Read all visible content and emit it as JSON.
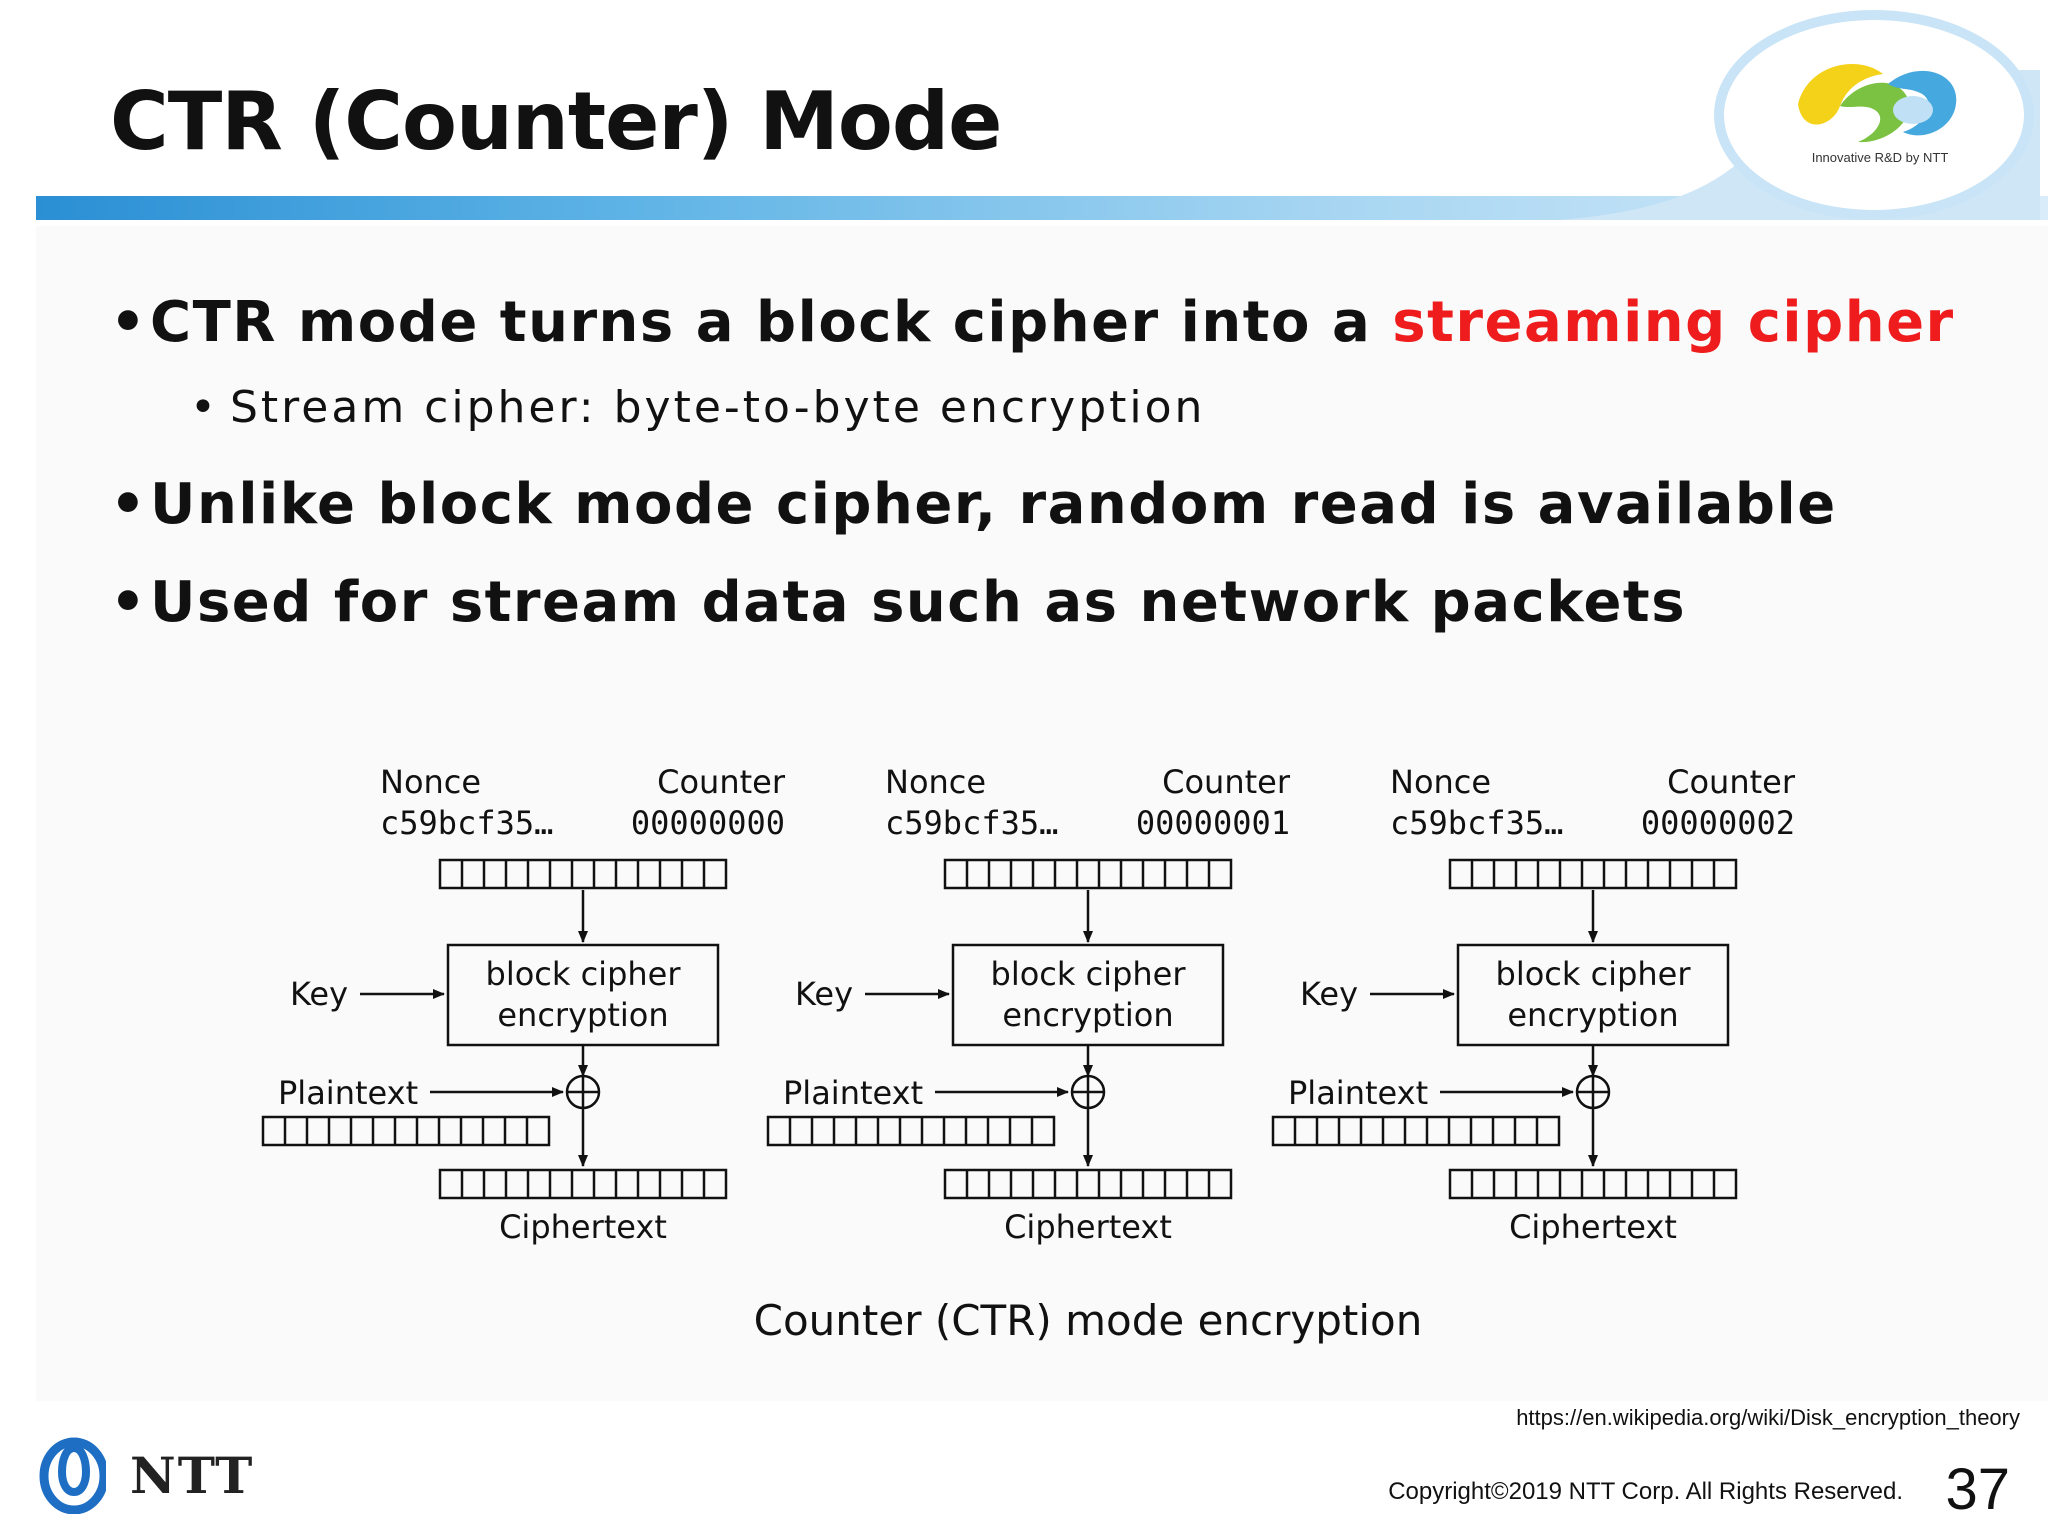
{
  "header": {
    "title": "CTR (Counter) Mode",
    "logo_caption": "Innovative R&D by NTT"
  },
  "bullets": {
    "b1_lead": "CTR mode turns a block cipher into a ",
    "b1_highlight": "streaming cipher",
    "b2": "Stream cipher: byte-to-byte encryption",
    "b3": "Unlike block mode cipher, random read is available",
    "b4": "Used for stream data such as network packets",
    "marker": "•"
  },
  "diagram": {
    "blocks": [
      {
        "nonce_label": "Nonce",
        "nonce_value": "c59bcf35…",
        "counter_label": "Counter",
        "counter_value": "00000000",
        "key_label": "Key",
        "cipher_line1": "block cipher",
        "cipher_line2": "encryption",
        "plaintext_label": "Plaintext",
        "ciphertext_label": "Ciphertext"
      },
      {
        "nonce_label": "Nonce",
        "nonce_value": "c59bcf35…",
        "counter_label": "Counter",
        "counter_value": "00000001",
        "key_label": "Key",
        "cipher_line1": "block cipher",
        "cipher_line2": "encryption",
        "plaintext_label": "Plaintext",
        "ciphertext_label": "Ciphertext"
      },
      {
        "nonce_label": "Nonce",
        "nonce_value": "c59bcf35…",
        "counter_label": "Counter",
        "counter_value": "00000002",
        "key_label": "Key",
        "cipher_line1": "block cipher",
        "cipher_line2": "encryption",
        "plaintext_label": "Plaintext",
        "ciphertext_label": "Ciphertext"
      }
    ],
    "caption": "Counter (CTR) mode encryption"
  },
  "footer": {
    "source_url": "https://en.wikipedia.org/wiki/Disk_encryption_theory",
    "copyright": "Copyright©2019  NTT Corp. All Rights Reserved.",
    "page_number": "37",
    "company": "NTT"
  },
  "colors": {
    "accent": "#ee1c1c",
    "title_bar": "#2a8fd4",
    "ntt_blue": "#1e6fc4"
  }
}
